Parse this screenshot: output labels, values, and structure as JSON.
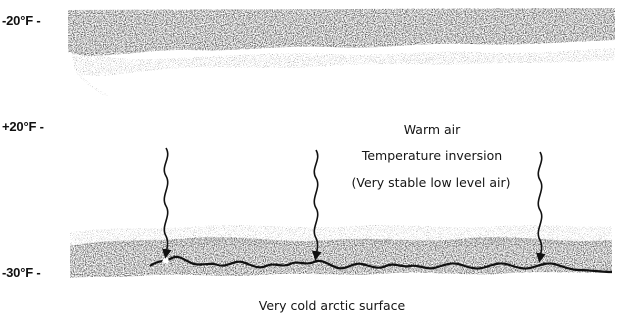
{
  "temperature_labels": {
    "top": "-20°F -",
    "middle": "+20°F -",
    "bottom": "-30°F -"
  },
  "captions": {
    "warm_air": "Warm air",
    "inversion": "Temperature inversion",
    "stable_air": "(Very stable low level air)",
    "surface": "Very cold arctic surface"
  },
  "colors": {
    "ink": "#111111",
    "band": "#2a2a2a",
    "background": "#ffffff"
  },
  "arrow_count": 3
}
